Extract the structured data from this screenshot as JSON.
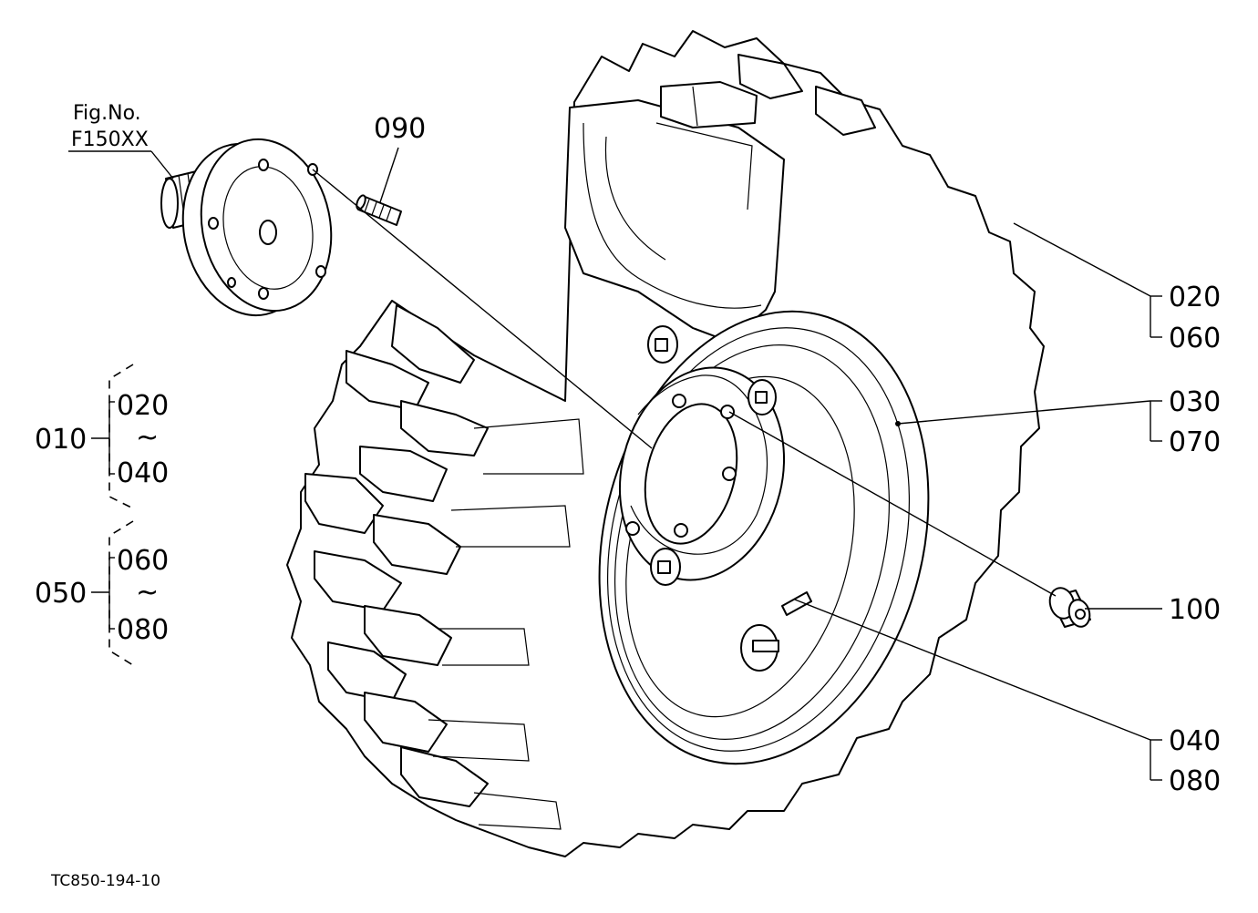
{
  "figure": {
    "fig_no_label": "Fig.No.",
    "fig_no_value": "F150XX",
    "drawing_code": "TC850-194-10"
  },
  "callouts": {
    "c090": "090",
    "c020": "020",
    "c060": "060",
    "c030": "030",
    "c070": "070",
    "c100": "100",
    "c040": "040",
    "c080": "080"
  },
  "groups": {
    "g010": {
      "label": "010",
      "from": "020",
      "tilde": "~",
      "to": "040"
    },
    "g050": {
      "label": "050",
      "from": "060",
      "tilde": "~",
      "to": "080"
    }
  }
}
